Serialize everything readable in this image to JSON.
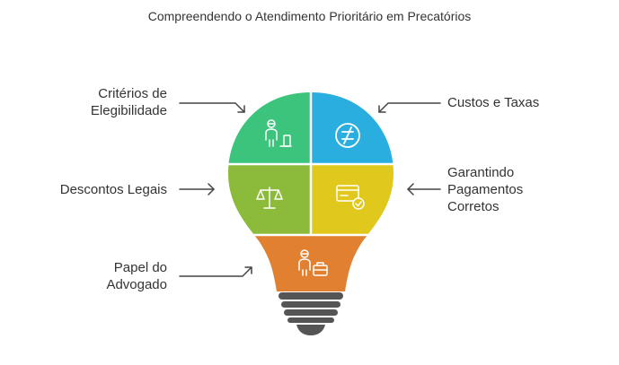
{
  "title": "Compreendendo o Atendimento Prioritário em Precatórios",
  "sections": [
    {
      "id": "criterios",
      "label": [
        "Critérios de",
        "Elegibilidade"
      ],
      "color": "#3cc47c",
      "icon": "person-phone-icon"
    },
    {
      "id": "custos",
      "label": [
        "Custos e Taxas"
      ],
      "color": "#2aaee0",
      "icon": "not-equal-icon"
    },
    {
      "id": "descontos",
      "label": [
        "Descontos Legais"
      ],
      "color": "#8cbb3c",
      "icon": "scales-icon"
    },
    {
      "id": "garantindo",
      "label": [
        "Garantindo",
        "Pagamentos",
        "Corretos"
      ],
      "color": "#e0c81c",
      "icon": "card-check-icon"
    },
    {
      "id": "papel",
      "label": [
        "Papel do",
        "Advogado"
      ],
      "color": "#e08030",
      "icon": "lawyer-briefcase-icon"
    }
  ],
  "colors": {
    "base": "#555555",
    "text": "#333333",
    "arrow": "#444444"
  }
}
